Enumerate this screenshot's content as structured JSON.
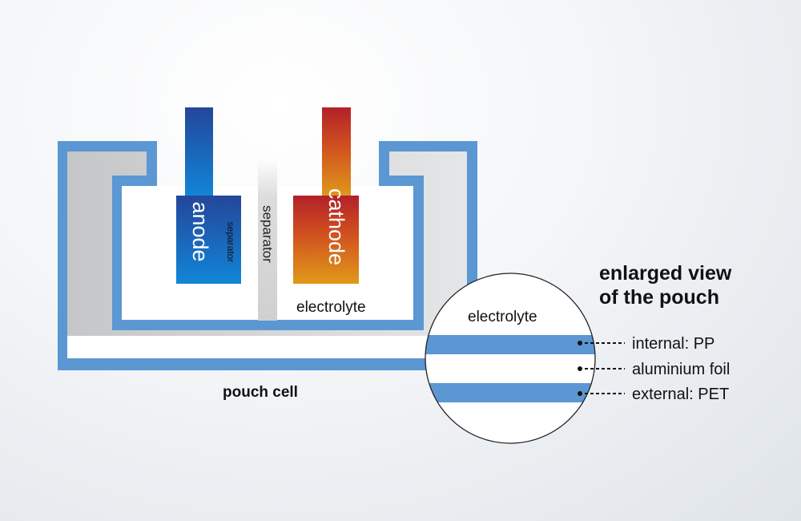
{
  "labels": {
    "anode": "anode",
    "cathode": "cathode",
    "separator_small": "separator",
    "separator_big": "separator",
    "electrolyte_cell": "electrolyte",
    "electrolyte_zoom": "electrolyte",
    "pouch_cell": "pouch cell",
    "enlarged_line1": "enlarged view",
    "enlarged_line2": "of the pouch",
    "layer_internal": "internal: PP",
    "layer_middle": "aluminium foil",
    "layer_external": "external: PET"
  },
  "colors": {
    "pouch_blue": "#5b97d3",
    "pouch_grey": "#d0d2d4",
    "anode_top": "#24469a",
    "anode_bottom": "#1186d8",
    "cathode_top": "#b3202a",
    "cathode_bottom": "#e09a1a",
    "separator": "#d8d8d8"
  }
}
